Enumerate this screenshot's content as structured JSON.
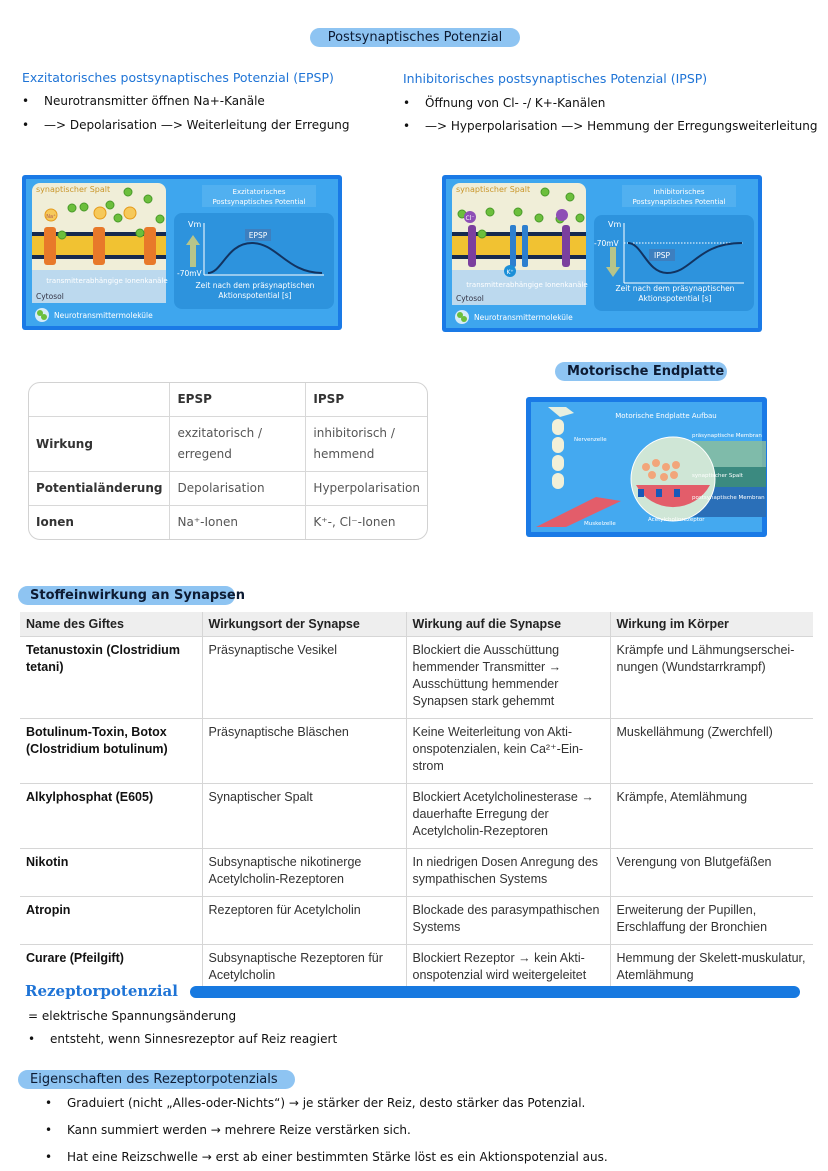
{
  "title": "Postsynaptisches Potenzial",
  "epsp": {
    "heading": "Exzitatorisches postsynaptisches Potenzial (EPSP)",
    "bullets": [
      "Neurotransmitter öffnen Na+-Kanäle",
      "—> Depolarisation —> Weiterleitung der Erregung"
    ]
  },
  "ipsp": {
    "heading": "Inhibitorisches postsynaptisches Potenzial (IPSP)",
    "bullets": [
      "Öffnung von Cl- -/ K+-Kanälen",
      "—> Hyperpolarisation —> Hemmung der Erregungsweiterleitung"
    ]
  },
  "fig_epsp": {
    "spalt": "synaptischer Spalt",
    "ion": "Na⁺",
    "channels": "transmitterabhängige Ionenkanäle",
    "cytosol": "Cytosol",
    "molecules": "Neurotransmittermoleküle",
    "title1": "Exzitatorisches",
    "title2": "Postsynaptisches Potential",
    "vm": "Vm",
    "rest": "-70mV",
    "label": "EPSP",
    "xlabel1": "Zeit nach dem präsynaptischen",
    "xlabel2": "Aktionspotential [s]"
  },
  "fig_ipsp": {
    "spalt": "synaptischer Spalt",
    "ion1": "Cl⁻",
    "ion2": "K⁺",
    "channels": "transmitterabhängige Ionenkanäle",
    "cytosol": "Cytosol",
    "molecules": "Neurotransmittermoleküle",
    "title1": "Inhibitorisches",
    "title2": "Postsynaptisches Potential",
    "vm": "Vm",
    "rest": "-70mV",
    "label": "IPSP",
    "xlabel1": "Zeit nach dem präsynaptischen",
    "xlabel2": "Aktionspotential [s]"
  },
  "compare_table": {
    "headers": [
      "",
      "EPSP",
      "IPSP"
    ],
    "rows": [
      [
        "Wirkung",
        "exzitatorisch / erregend",
        "inhibitorisch / hemmend"
      ],
      [
        "Potentialänderung",
        "Depolarisation",
        "Hyperpolarisation"
      ],
      [
        "Ionen",
        "Na⁺-Ionen",
        "K⁺-, Cl⁻-Ionen"
      ]
    ]
  },
  "endplatte": {
    "heading": "Motorische Endplatte",
    "title": "Motorische Endplatte Aufbau",
    "nerve": "Nervenzelle",
    "pre": "präsynaptische Membran",
    "cleft": "synaptischer Spalt",
    "post": "postsynaptische Membran",
    "receptor": "Acetylcholinrezeptor",
    "muscle": "Muskelzelle"
  },
  "stoff": {
    "heading": "Stoffeinwirkung an Synapsen",
    "headers": [
      "Name des Giftes",
      "Wirkungsort der Synapse",
      "Wirkung auf die Synapse",
      "Wirkung im Körper"
    ],
    "rows": [
      [
        "Tetanustoxin (Clostridium tetani)",
        "Präsynaptische Vesikel",
        "Blockiert die Ausschüttung hemmender Transmitter → Ausschüttung hemmender Synapsen stark gehemmt",
        "Krämpfe und Lähmungserschei-nungen (Wundstarrkrampf)"
      ],
      [
        "Botulinum-Toxin, Botox (Clostridium botulinum)",
        "Präsynaptische Bläschen",
        "Keine Weiterleitung von Akti-onspotenzialen, kein Ca²⁺-Ein-strom",
        "Muskellähmung (Zwerchfell)"
      ],
      [
        "Alkylphosphat (E605)",
        "Synaptischer Spalt",
        "Blockiert Acetylcholinesterase → dauerhafte Erregung der Acetylcholin-Rezeptoren",
        "Krämpfe, Atemlähmung"
      ],
      [
        "Nikotin",
        "Subsynaptische nikotinerge Acetylcholin-Rezeptoren",
        "In niedrigen Dosen Anregung des sympathischen Systems",
        "Verengung von Blutgefäßen"
      ],
      [
        "Atropin",
        "Rezeptoren für Acetylcholin",
        "Blockade des parasympathischen Systems",
        "Erweiterung der Pupillen, Erschlaffung der Bronchien"
      ],
      [
        "Curare (Pfeilgift)",
        "Subsynaptische Rezeptoren für Acetylcholin",
        "Blockiert Rezeptor → kein Akti-onspotenzial wird weitergeleitet",
        "Hemmung der Skelett-muskulatur, Atemlähmung"
      ]
    ]
  },
  "rezeptor": {
    "heading": "Rezeptorpotenzial",
    "definition": "= elektrische Spannungsänderung",
    "bullet": "entsteht, wenn Sinnesrezeptor auf Reiz reagiert"
  },
  "eigenschaften": {
    "heading": "Eigenschaften des Rezeptorpotenzials",
    "bullets": [
      "Graduiert (nicht „Alles-oder-Nichts“) → je stärker der Reiz, desto stärker das Potenzial.",
      "Kann summiert werden → mehrere Reize verstärken sich.",
      "Hat eine Reizschwelle → erst ab einer bestimmten Stärke löst es ein Aktionspotenzial aus."
    ]
  },
  "colors": {
    "accent": "#1f74d6",
    "pill": "#8ec4f2",
    "figure": "#1a7ae6"
  }
}
